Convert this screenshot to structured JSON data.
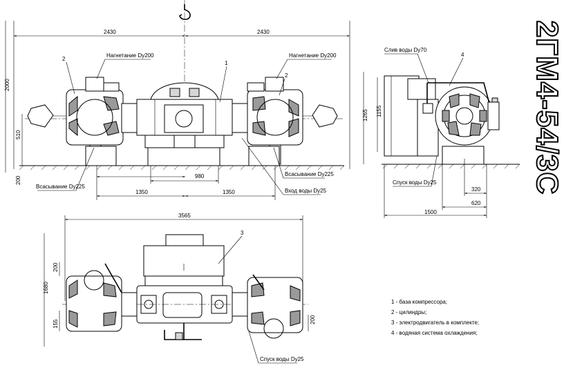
{
  "title": "2ГМ4-54/3С",
  "front_view": {
    "dim_left": "2430",
    "dim_right": "2430",
    "dim_height": "2000",
    "dim_axis": "510",
    "dim_base": "200",
    "dim_center": "980",
    "dim_bottom_left": "1350",
    "dim_bottom_right": "1350",
    "callout_1": "1",
    "callout_2_left": "2",
    "callout_2_right": "2",
    "discharge_left": "Нагнетание Dy200",
    "discharge_right": "Нагнетание Dy200",
    "suction_left": "Всасывание Dy225",
    "suction_right": "Всасывание Dy225",
    "water_in": "Вход воды Dy25"
  },
  "side_view": {
    "water_drain_top": "Слив воды Dy70",
    "water_drain_bottom": "Спуск воды Dy25",
    "callout_4": "4",
    "dim_1265": "1265",
    "dim_1155": "1155",
    "dim_320": "320",
    "dim_620": "620",
    "dim_1500": "1500"
  },
  "plan_view": {
    "dim_3565": "3565",
    "dim_1680": "1680",
    "dim_200_left": "200",
    "dim_155": "155",
    "dim_200_right": "200",
    "callout_3": "3",
    "water_drain": "Спуск воды Dy25"
  },
  "legend": [
    "1 - база компрессора;",
    "2 - цилиндры;",
    "3 - электродвигатель в комплекте;",
    "4 - водяная система охлаждения;"
  ]
}
